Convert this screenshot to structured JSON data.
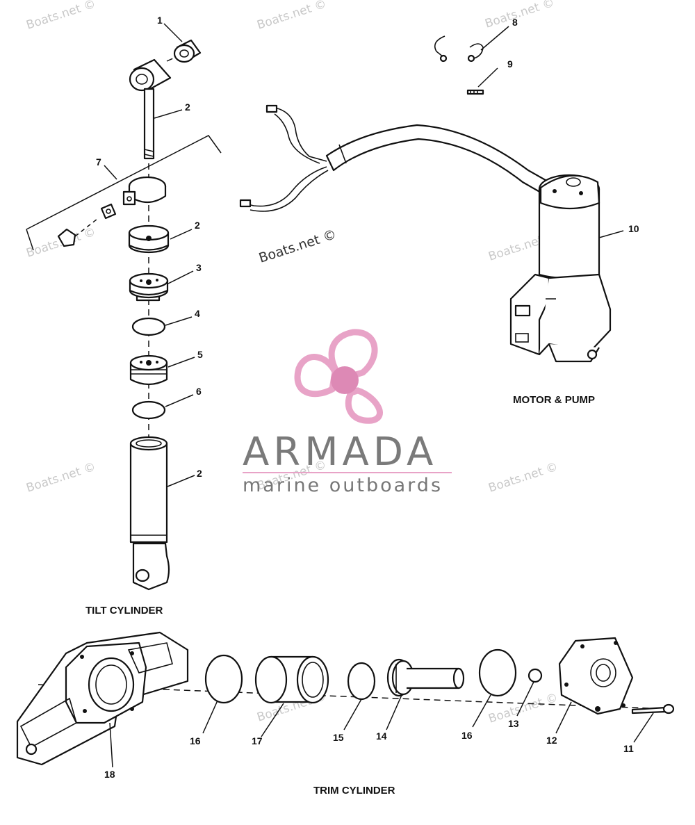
{
  "sections": {
    "tilt": "TILT CYLINDER",
    "motor": "MOTOR & PUMP",
    "trim": "TRIM CYLINDER"
  },
  "callouts": {
    "c1": "1",
    "c2a": "2",
    "c7": "7",
    "c2b": "2",
    "c3": "3",
    "c4": "4",
    "c5": "5",
    "c6": "6",
    "c2c": "2",
    "c8": "8",
    "c9": "9",
    "c10": "10",
    "c16a": "16",
    "c17": "17",
    "c15": "15",
    "c14": "14",
    "c16b": "16",
    "c13": "13",
    "c12": "12",
    "c11": "11",
    "c18": "18"
  },
  "watermark": "Boats.net ©",
  "brand": {
    "name": "ARMADA",
    "tagline": "marine outboards",
    "colors": {
      "logo": "#e8a3c7",
      "logo_dark": "#dd89b5",
      "text": "#7a7a7a"
    }
  }
}
